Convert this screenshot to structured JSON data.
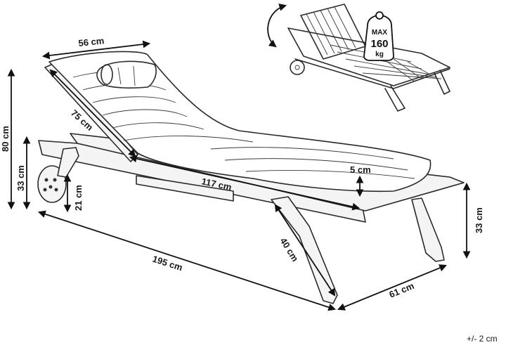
{
  "dimensions": {
    "width_top": "56 cm",
    "height_total": "80 cm",
    "backrest_length": "75 cm",
    "seat_height": "33 cm",
    "wheel_height": "21 cm",
    "mattress_length": "117 cm",
    "mattress_thickness": "5 cm",
    "length_total": "195 cm",
    "leg_length": "40 cm",
    "width_total": "61 cm",
    "leg_height": "33 cm"
  },
  "badge": {
    "line1": "MAX",
    "line2": "160",
    "line3": "kg"
  },
  "tolerance": "+/- 2 cm",
  "icons": {
    "rotate": "rotate-arrow-icon",
    "weight": "weight-icon"
  }
}
